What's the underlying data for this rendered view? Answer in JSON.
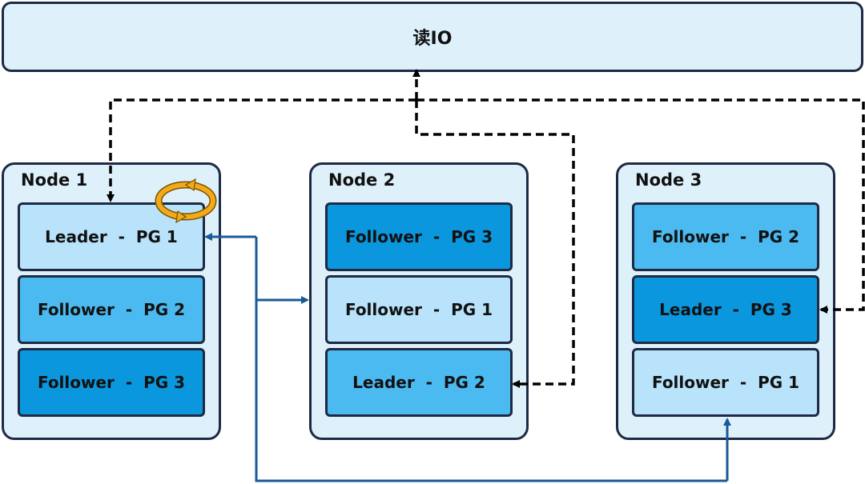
{
  "io": {
    "label": "读IO"
  },
  "nodes": [
    {
      "title": "Node 1",
      "pgs": [
        {
          "label": "Leader  -  PG 1",
          "color": "#b8e3fa"
        },
        {
          "label": "Follower  -  PG 2",
          "color": "#4bbaf0"
        },
        {
          "label": "Follower  -  PG 3",
          "color": "#0a97de"
        }
      ]
    },
    {
      "title": "Node 2",
      "pgs": [
        {
          "label": "Follower  -  PG 3",
          "color": "#0a97de"
        },
        {
          "label": "Follower  -  PG 1",
          "color": "#b8e3fa"
        },
        {
          "label": "Leader  -  PG 2",
          "color": "#4bbaf0"
        }
      ]
    },
    {
      "title": "Node 3",
      "pgs": [
        {
          "label": "Follower  -  PG 2",
          "color": "#4bbaf0"
        },
        {
          "label": "Leader  -  PG 3",
          "color": "#0a97de"
        },
        {
          "label": "Follower  -  PG 1",
          "color": "#b8e3fa"
        }
      ]
    }
  ],
  "colors": {
    "read_arrow": "#000000",
    "replication_arrow": "#1a5a96",
    "rotate_icon": "#f2a91a",
    "border": "#1e2a44"
  },
  "icons": {
    "rotate": "rotate-icon"
  }
}
